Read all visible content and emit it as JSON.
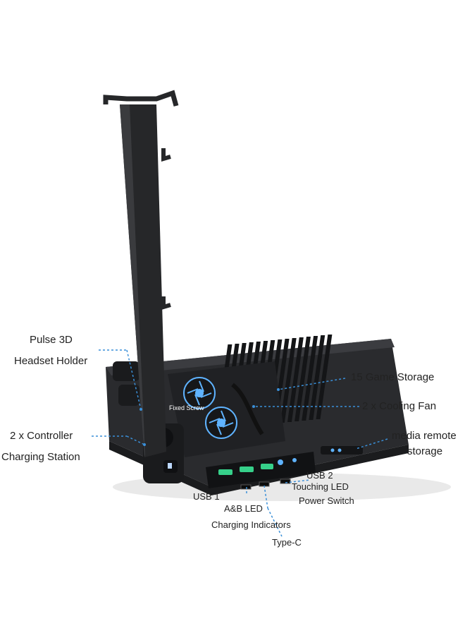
{
  "labels": {
    "headset_line1": "Pulse 3D",
    "headset_line2": "Headset Holder",
    "controller_line1": "2 x Controller",
    "controller_line2": "Charging Station",
    "game_storage": "15 Game  Storage",
    "cooling_fan": "2 x Cooling Fan",
    "media_line1": "media remote",
    "media_line2": "storage",
    "fixed_screw": "Fixed Screw",
    "usb1": "USB 1",
    "usb2": "USB 2",
    "ab_led": "A&B  LED",
    "charging_indicators": "Charging  Indicators",
    "touching_led": "Touching LED",
    "power_switch": "Power Switch",
    "type_c": "Type-C"
  },
  "colors": {
    "base": "#2a2b2e",
    "base_top": "#3a3b3f",
    "callout_line": "#3a8fd8",
    "led": "#36d08a",
    "fan": "#5fb3ff"
  }
}
